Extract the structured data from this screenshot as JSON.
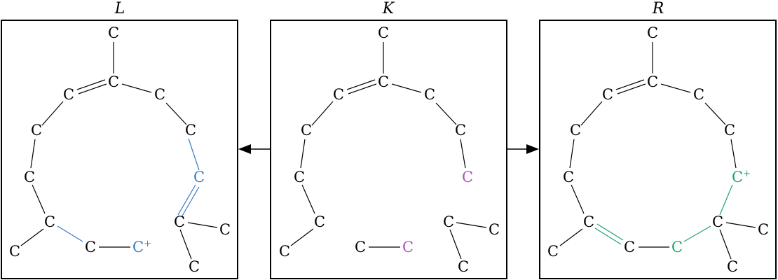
{
  "panels": {
    "L": {
      "title": "L"
    },
    "K": {
      "title": "K"
    },
    "R": {
      "title": "R"
    }
  },
  "atom": {
    "carbon": "C",
    "cation_charge": "+"
  },
  "colors": {
    "default": "#000000",
    "reactant_highlight": "#3a78c2",
    "product_highlight": "#1ea36a",
    "interface_highlight": "#b24cc2"
  }
}
